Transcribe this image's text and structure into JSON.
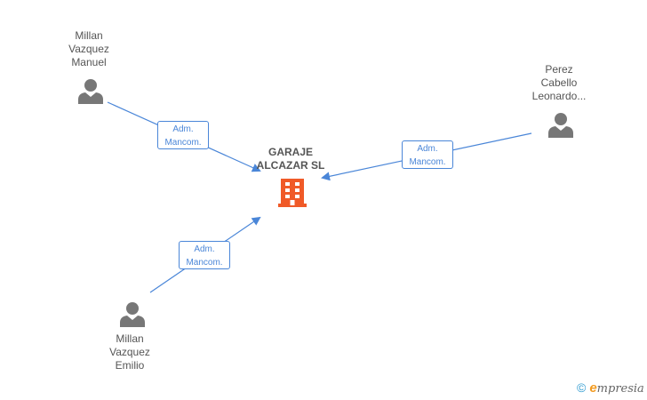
{
  "center": {
    "name": "GARAJE\nALCAZAR SL",
    "icon": "building-icon",
    "color": "#f05a28"
  },
  "persons": [
    {
      "name": "Millan\nVazquez\nManuel",
      "icon": "person-icon"
    },
    {
      "name": "Perez\nCabello\nLeonardo...",
      "icon": "person-icon"
    },
    {
      "name": "Millan\nVazquez\nEmilio",
      "icon": "person-icon"
    }
  ],
  "edges": [
    {
      "line1": "Adm.",
      "line2": "Mancom."
    },
    {
      "line1": "Adm.",
      "line2": "Mancom."
    },
    {
      "line1": "Adm.",
      "line2": "Mancom."
    }
  ],
  "footer": {
    "copyright": "©",
    "brand_e": "e",
    "brand_rest": "mpresia"
  },
  "colors": {
    "edge": "#4a86d8",
    "person": "#777777",
    "company": "#f05a28",
    "text": "#555555"
  }
}
